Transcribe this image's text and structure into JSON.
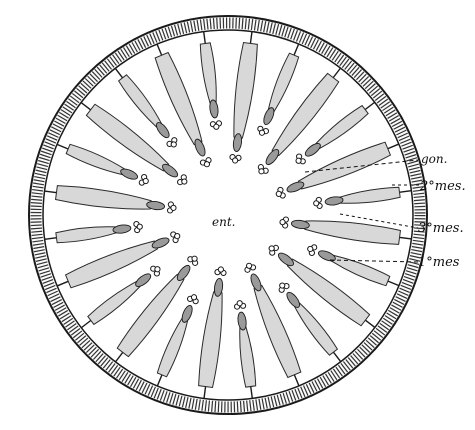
{
  "figure": {
    "center_label": "ent.",
    "labels": [
      {
        "id": "gon",
        "text": "gon."
      },
      {
        "id": "mes2",
        "text": "2°mes."
      },
      {
        "id": "mes3",
        "text": "3°mes."
      },
      {
        "id": "mes1",
        "text": "1°mes"
      }
    ]
  }
}
